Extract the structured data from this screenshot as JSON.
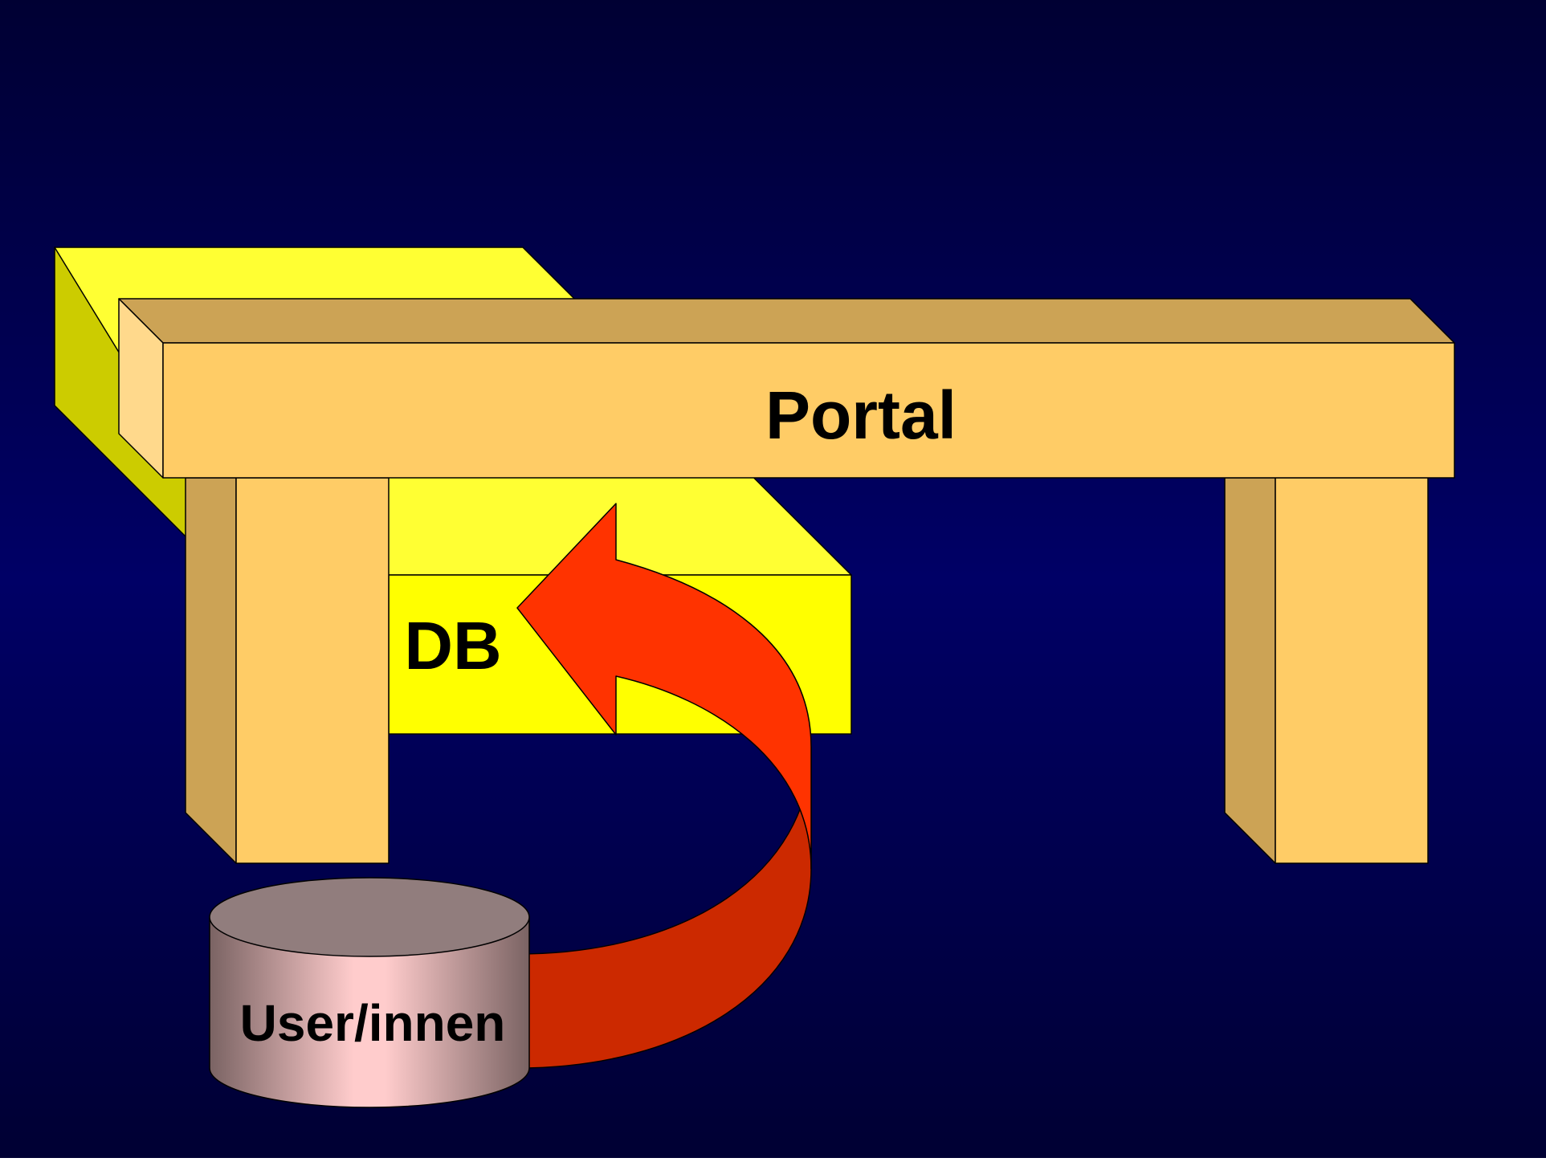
{
  "labels": {
    "portal": "Portal",
    "db": "DB",
    "users": "User/innen"
  },
  "colors": {
    "background_center": "#000066",
    "background_edge": "#000033",
    "portal_front": "#FFCC66",
    "portal_top": "#CCA355",
    "portal_side": "#FFD98C",
    "db_front": "#FFFF00",
    "db_top": "#FFFF33",
    "db_side": "#CCCC00",
    "arrow_front": "#FF3300",
    "arrow_back": "#CC2900",
    "cylinder_top": "#917D7D",
    "cylinder_body_center": "#FFCCCC",
    "cylinder_body_edge": "#7A6363"
  },
  "icons": {
    "arrow": "curved-arrow-icon",
    "database": "cylinder-database-icon"
  }
}
